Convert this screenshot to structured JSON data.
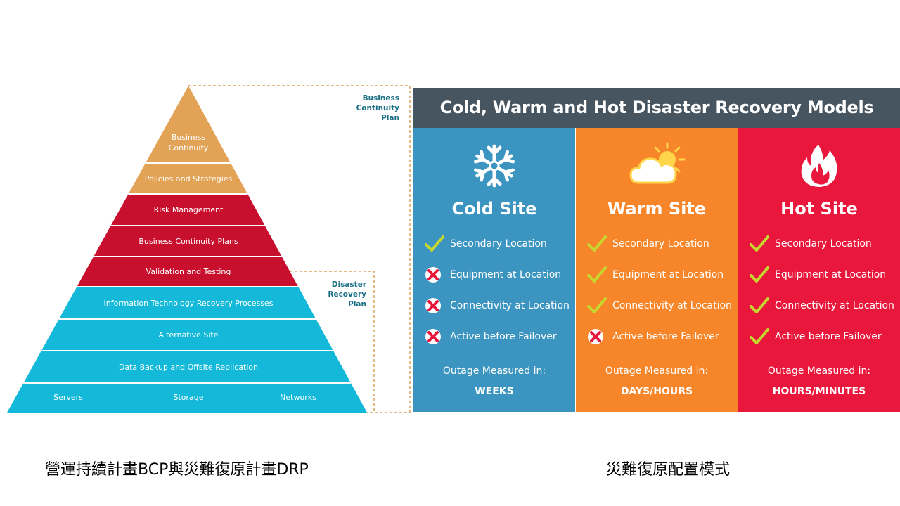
{
  "pyramid": {
    "layers": [
      {
        "label": "Business\nContinuity",
        "color": "#e2a356"
      },
      {
        "label": "Policies and Strategies",
        "color": "#e2a356"
      },
      {
        "label": "Risk Management",
        "color": "#c8102e"
      },
      {
        "label": "Business Continuity Plans",
        "color": "#c8102e"
      },
      {
        "label": "Validation and Testing",
        "color": "#c8102e"
      },
      {
        "label": "Information Technology Recovery Processes",
        "color": "#14b9d9"
      },
      {
        "label": "Alternative Site",
        "color": "#14b9d9"
      },
      {
        "label": "Data Backup and Offsite Replication",
        "color": "#14b9d9"
      }
    ],
    "base": {
      "color": "#14b9d9",
      "items": [
        "Servers",
        "Storage",
        "Networks"
      ]
    },
    "bcp_bracket_label": "Business\nContinuity\nPlan",
    "drp_bracket_label": "Disaster\nRecovery\nPlan",
    "bracket_color": "#d9a05b"
  },
  "models": {
    "title": "Cold, Warm and Hot Disaster Recovery Models",
    "title_bg": "#475560",
    "columns": [
      {
        "title": "Cold Site",
        "icon": "snowflake-icon",
        "bg": "#3b95c0",
        "features": [
          {
            "label": "Secondary Location",
            "status": "check"
          },
          {
            "label": "Equipment at Location",
            "status": "cross"
          },
          {
            "label": "Connectivity at Location",
            "status": "cross"
          },
          {
            "label": "Active before Failover",
            "status": "cross"
          }
        ],
        "outage_label": "Outage Measured in:",
        "outage_value": "WEEKS"
      },
      {
        "title": "Warm Site",
        "icon": "sun-cloud-icon",
        "bg": "#f7862a",
        "features": [
          {
            "label": "Secondary Location",
            "status": "check"
          },
          {
            "label": "Equipment at Location",
            "status": "check"
          },
          {
            "label": "Connectivity at Location",
            "status": "check"
          },
          {
            "label": "Active before Failover",
            "status": "cross"
          }
        ],
        "outage_label": "Outage Measured in:",
        "outage_value": "DAYS/HOURS"
      },
      {
        "title": "Hot Site",
        "icon": "flame-icon",
        "bg": "#e8173b",
        "features": [
          {
            "label": "Secondary Location",
            "status": "check"
          },
          {
            "label": "Equipment at Location",
            "status": "check"
          },
          {
            "label": "Connectivity at Location",
            "status": "check"
          },
          {
            "label": "Active before Failover",
            "status": "check"
          }
        ],
        "outage_label": "Outage Measured in:",
        "outage_value": "HOURS/MINUTES"
      }
    ],
    "check_color": "#c6d82e",
    "cross_color": "#e8173b"
  },
  "captions": {
    "left": "營運持續計畫BCP與災難復原計畫DRP",
    "right": "災難復原配置模式"
  }
}
